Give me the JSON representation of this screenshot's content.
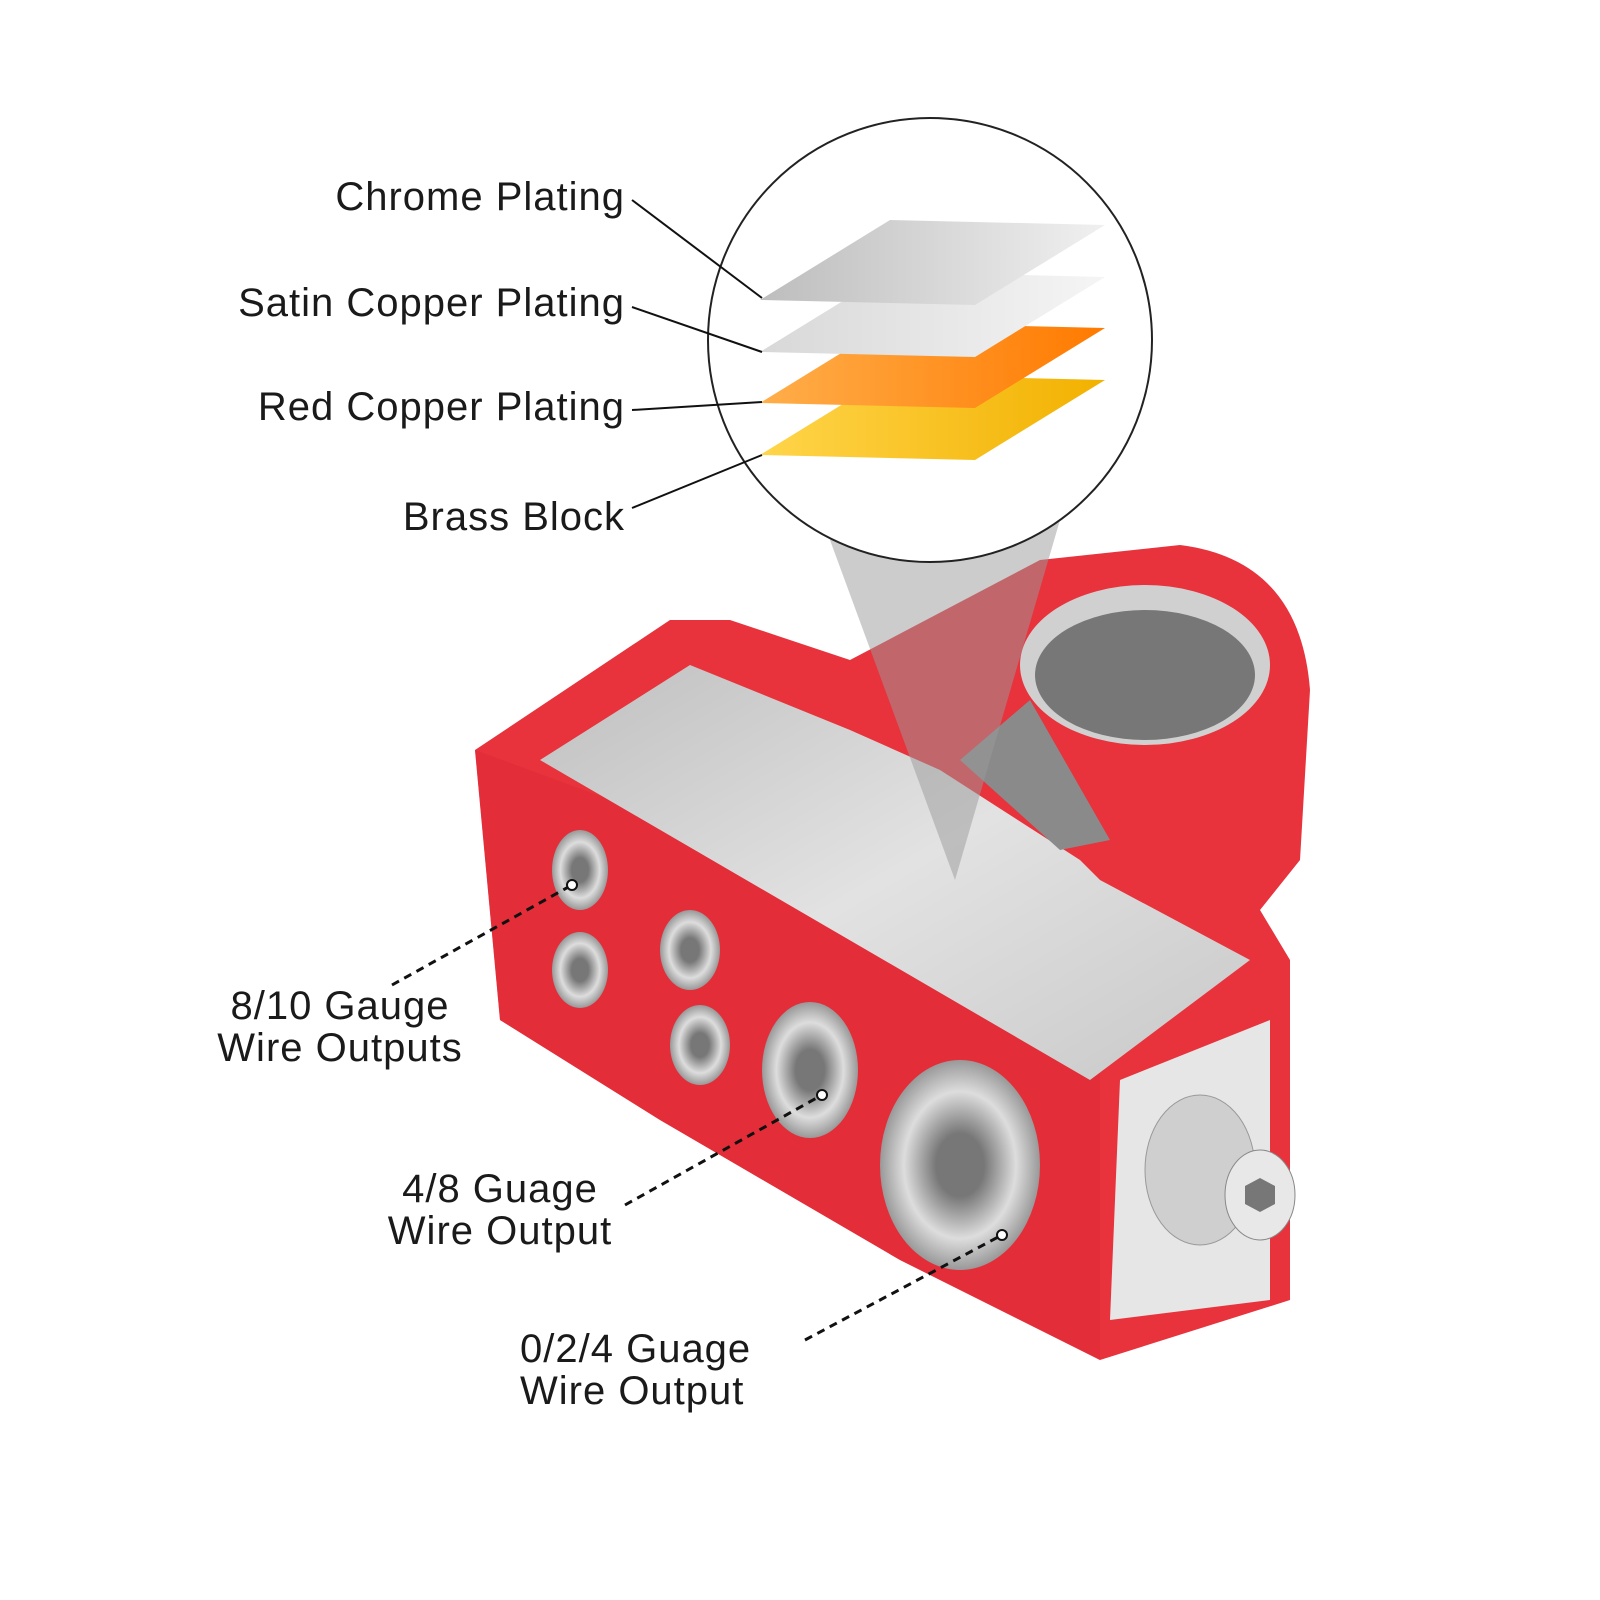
{
  "layers": [
    {
      "label": "Chrome Plating",
      "color": "#d9d9d9"
    },
    {
      "label": "Satin Copper Plating",
      "color": "#ebebeb"
    },
    {
      "label": "Red Copper Plating",
      "color": "#ff8a1e"
    },
    {
      "label": "Brass Block",
      "color": "#f7c21a"
    }
  ],
  "callouts": [
    {
      "line1": "8/10 Gauge",
      "line2": "Wire Outputs"
    },
    {
      "line1": "4/8 Guage",
      "line2": "Wire Output"
    },
    {
      "line1": "0/2/4 Guage",
      "line2": "Wire Output"
    }
  ],
  "colors": {
    "housing": "#e8323c",
    "metal": "#d4d4d4"
  }
}
